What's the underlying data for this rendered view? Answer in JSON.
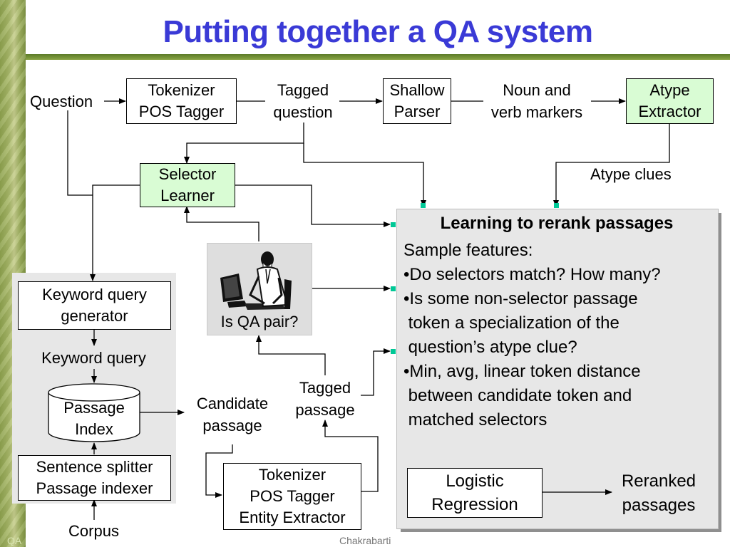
{
  "slide": {
    "title": "Putting together a QA system",
    "footer_left": "QA",
    "footer_author": "Chakrabarti"
  },
  "diagram": {
    "question_label": "Question",
    "tokenizer_top": [
      "Tokenizer",
      "POS Tagger"
    ],
    "tagged_question": [
      "Tagged",
      "question"
    ],
    "shallow_parser": [
      "Shallow",
      "Parser"
    ],
    "noun_verb": [
      "Noun and",
      "verb markers"
    ],
    "atype_extractor": [
      "Atype",
      "Extractor"
    ],
    "atype_clues": "Atype clues",
    "selector_learner": [
      "Selector",
      "Learner"
    ],
    "is_qa_pair": "Is QA pair?",
    "keyword_query_generator": [
      "Keyword query",
      "generator"
    ],
    "keyword_query": "Keyword query",
    "passage_index": [
      "Passage",
      "Index"
    ],
    "candidate_passage": [
      "Candidate",
      "passage"
    ],
    "tagged_passage": [
      "Tagged",
      "passage"
    ],
    "sentence_splitter": [
      "Sentence splitter",
      "Passage indexer"
    ],
    "corpus": "Corpus",
    "tokenizer_bottom": [
      "Tokenizer",
      "POS Tagger",
      "Entity Extractor"
    ],
    "rerank": {
      "title": "Learning to rerank passages",
      "lines": [
        "Sample features:",
        "•Do selectors match? How many?",
        "•Is some non-selector passage",
        " token a specialization of the",
        " question’s atype clue?",
        "•Min, avg, linear token distance",
        " between candidate token and",
        " matched selectors"
      ]
    },
    "logistic_regression": [
      "Logistic",
      "Regression"
    ],
    "reranked_passages": [
      "Reranked",
      "passages"
    ]
  },
  "colors": {
    "title": "#3a3ad6",
    "green_box": "#d9fcd4",
    "panel": "#e7e7e7",
    "marker": "#00c896"
  }
}
